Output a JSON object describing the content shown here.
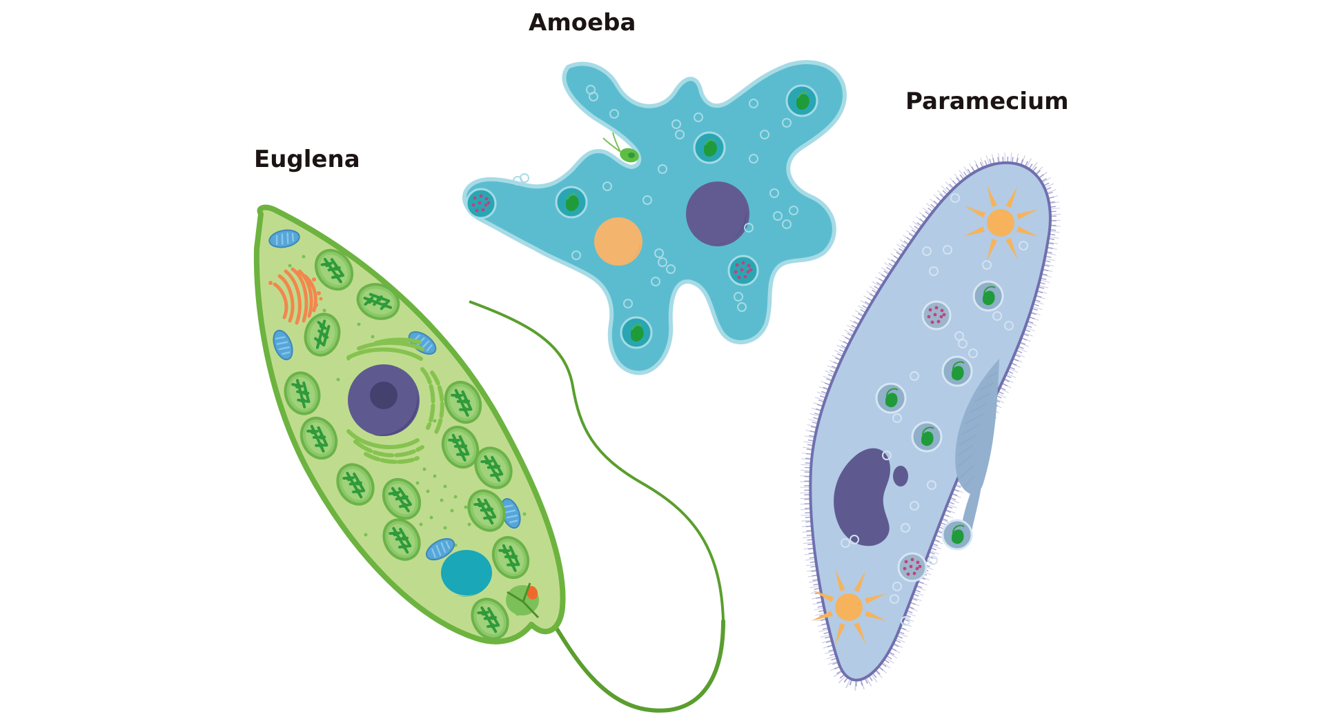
{
  "labels": {
    "amoeba": "Amoeba",
    "paramecium": "Paramecium",
    "euglena": "Euglena"
  },
  "organisms": [
    {
      "name": "Euglena",
      "body_color": "#bfdc8e",
      "outline_color": "#6db33f",
      "parts": [
        "nucleus",
        "nucleolus",
        "chloroplasts",
        "mitochondria",
        "golgi-apparatus",
        "endoplasmic-reticulum",
        "contractile-vacuole",
        "eyespot",
        "flagellum"
      ]
    },
    {
      "name": "Amoeba",
      "body_color": "#5bbccf",
      "outline_color": "#a6dbe6",
      "parts": [
        "nucleus",
        "contractile-vacuole",
        "food-vacuoles",
        "pseudopodia",
        "ingested-prey"
      ]
    },
    {
      "name": "Paramecium",
      "body_color": "#b3cbe5",
      "outline_color": "#6f6fae",
      "parts": [
        "macronucleus",
        "micronucleus",
        "contractile-vacuoles",
        "food-vacuoles",
        "oral-groove",
        "cilia"
      ]
    }
  ],
  "colors": {
    "nucleus": "#5e5a90",
    "nucleolus": "#44416f",
    "amoeba_nucleus": "#625b91",
    "orange_vacuole": "#f3b46e",
    "chloroplast": "#7cc05a",
    "chloroplast_inner": "#2f9a3a",
    "mitochondria": "#5aa8d8",
    "golgi": "#f2874e",
    "euglena_vacuole": "#1aa7b8",
    "eyespot": "#ee6a2c",
    "prey_green": "#1f9b3a",
    "sun_vacuole": "#f6b35c",
    "label_text": "#1c1414"
  }
}
